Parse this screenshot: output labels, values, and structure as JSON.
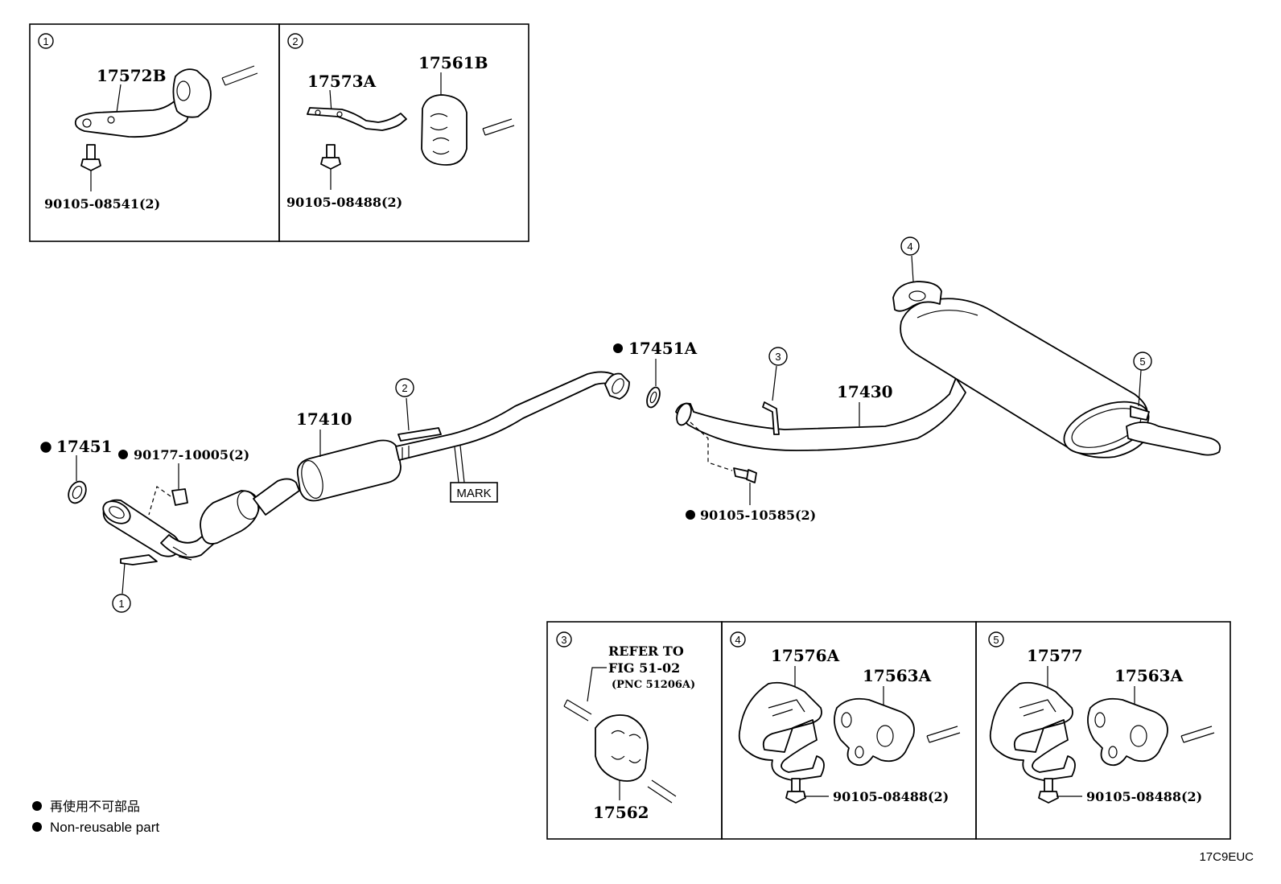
{
  "diagram_id": "17C9EUC",
  "legend": {
    "jp": "再使用不可部品",
    "en": "Non-reusable part"
  },
  "main_labels": {
    "p17410": "17410",
    "p17430": "17430",
    "p17451": "17451",
    "p17451A": "17451A",
    "p90177": "90177-10005(2)",
    "p90105_10585": "90105-10585(2)",
    "mark": "MARK"
  },
  "callouts": {
    "c1": "1",
    "c2": "2",
    "c3": "3",
    "c4": "4",
    "c5": "5"
  },
  "detail_1": {
    "num": "1",
    "part": "17572B",
    "bolt": "90105-08541(2)"
  },
  "detail_2": {
    "num": "2",
    "part_a": "17573A",
    "part_b": "17561B",
    "bolt": "90105-08488(2)"
  },
  "detail_3": {
    "num": "3",
    "refer_1": "REFER TO",
    "refer_2": "FIG 51-02",
    "refer_3": "(PNC 51206A)",
    "part": "17562"
  },
  "detail_4": {
    "num": "4",
    "part_a": "17576A",
    "part_b": "17563A",
    "bolt": "90105-08488(2)"
  },
  "detail_5": {
    "num": "5",
    "part_a": "17577",
    "part_b": "17563A",
    "bolt": "90105-08488(2)"
  }
}
